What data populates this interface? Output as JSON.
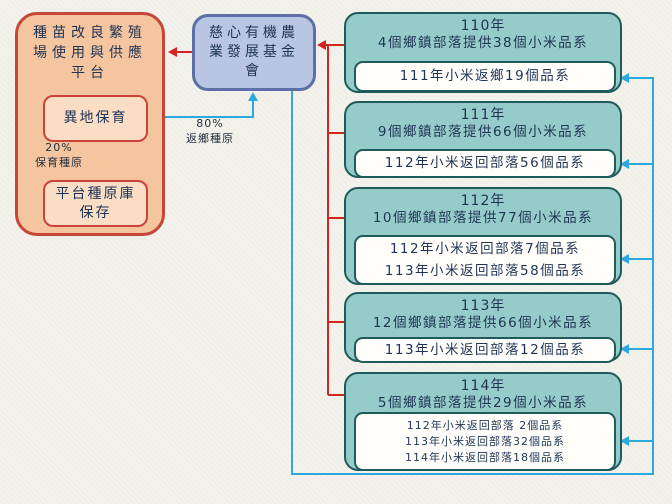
{
  "colors": {
    "background": "#EFEEE7",
    "platform_fill": "#F4C59E",
    "platform_border": "#C7463A",
    "platform_sub_fill": "#F9DDC5",
    "foundation_fill": "#B9C6E3",
    "foundation_border": "#5C6FA6",
    "year_fill": "#95CCCA",
    "year_border": "#1E5B5A",
    "return_box_fill": "#FFFEFB",
    "red_arrow": "#D02521",
    "cyan_arrow": "#2EA9E0",
    "text": "#1F3455"
  },
  "platform": {
    "title": "種苗改良繁殖場使用與供應平台",
    "ex_situ_label": "異地保育",
    "seedbank_label": "平台種原庫保存",
    "conservation_pct": "20%",
    "conservation_label": "保育種原"
  },
  "foundation": {
    "title": "慈心有機農業發展基金會",
    "return_pct": "80%",
    "return_label": "返鄉種原"
  },
  "year_boxes": [
    {
      "year": "110年",
      "supply": "4個鄉鎮部落提供38個小米品系",
      "returns": [
        "111年小米返鄉19個品系"
      ]
    },
    {
      "year": "111年",
      "supply": "9個鄉鎮部落提供66個小米品系",
      "returns": [
        "112年小米返回部落56個品系"
      ]
    },
    {
      "year": "112年",
      "supply": "10個鄉鎮部落提供77個小米品系",
      "returns": [
        "112年小米返回部落7個品系",
        "113年小米返回部落58個品系"
      ]
    },
    {
      "year": "113年",
      "supply": "12個鄉鎮部落提供66個小米品系",
      "returns": [
        "113年小米返回部落12個品系"
      ]
    },
    {
      "year": "114年",
      "supply": "5個鄉鎮部落提供29個小米品系",
      "returns": [
        "112年小米返回部落 2個品系",
        "113年小米返回部落32個品系",
        "114年小米返回部落18個品系"
      ]
    }
  ]
}
